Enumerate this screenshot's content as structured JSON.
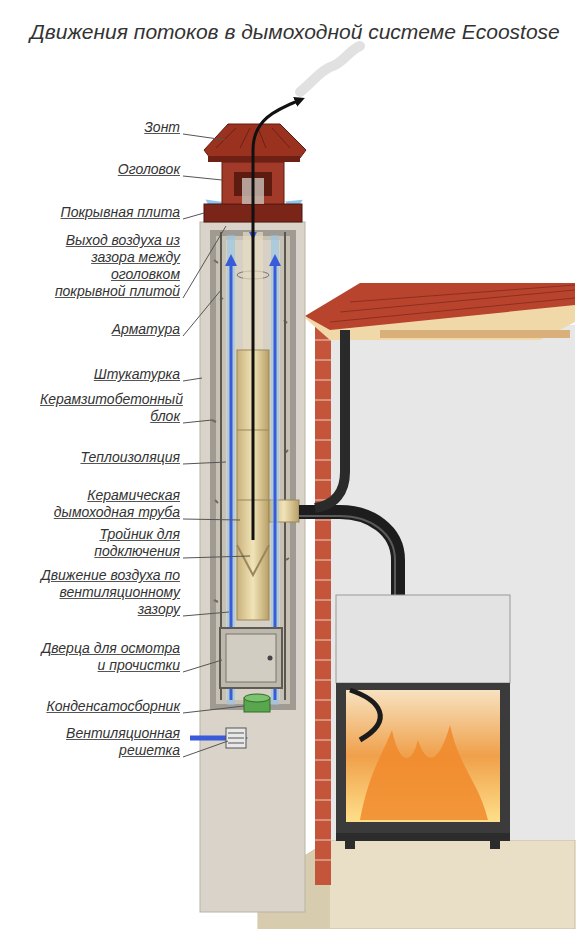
{
  "diagram": {
    "title": "Движения потоков в дымоходной системе Ecoostose",
    "labels": [
      "Зонт",
      "Оголовок",
      "Покрывная плита",
      "Выход воздуха из зазора между оголовком покрывной плитой",
      "Арматура",
      "Штукатурка",
      "Керамзитобетонный блок",
      "Теплоизоляция",
      "Керамическая дымоходная труба",
      "Тройник для подключения",
      "Движение воздуха по вентиляционному зазору",
      "Дверца для осмотра и прочистки",
      "Конденсатосборник",
      "Вентиляционная решетка"
    ]
  }
}
